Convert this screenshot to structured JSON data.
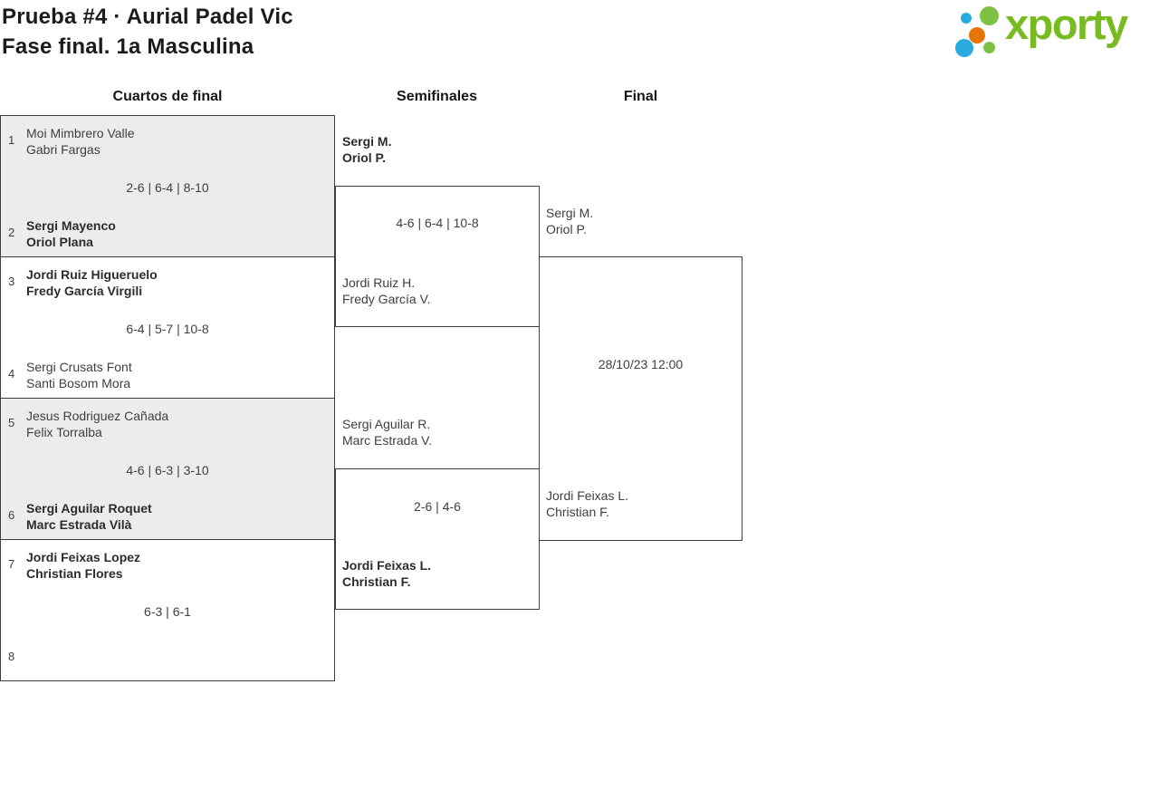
{
  "header": {
    "title_line1": "Prueba #4 · Aurial Padel Vic",
    "title_line2": "Fase final. 1a Masculina",
    "logo_text": "xporty"
  },
  "colors": {
    "logo_green": "#76BC21",
    "logo_blue": "#29ABE2",
    "logo_orange": "#E8740C",
    "box_gray": "#ECECEC",
    "border_dark": "#3E3E3E",
    "text_dark": "#3F3F3F"
  },
  "columns": {
    "quarterfinals": "Cuartos de final",
    "semifinals": "Semifinales",
    "final": "Final"
  },
  "quarterfinals": [
    {
      "seed_top": "1",
      "team_top": [
        "Moi Mimbrero Valle",
        "Gabri Fargas"
      ],
      "score": "2-6 | 6-4 | 8-10",
      "seed_bottom": "2",
      "team_bottom": [
        "Sergi Mayenco",
        "Oriol Plana"
      ],
      "winner": "bottom"
    },
    {
      "seed_top": "3",
      "team_top": [
        "Jordi Ruiz Higueruelo",
        "Fredy García Virgili"
      ],
      "score": "6-4 | 5-7 | 10-8",
      "seed_bottom": "4",
      "team_bottom": [
        "Sergi Crusats Font",
        "Santi Bosom Mora"
      ],
      "winner": "top"
    },
    {
      "seed_top": "5",
      "team_top": [
        "Jesus Rodriguez Cañada",
        "Felix Torralba"
      ],
      "score": "4-6 | 6-3 | 3-10",
      "seed_bottom": "6",
      "team_bottom": [
        "Sergi Aguilar Roquet",
        "Marc Estrada Vilà"
      ],
      "winner": "bottom"
    },
    {
      "seed_top": "7",
      "team_top": [
        "Jordi Feixas Lopez",
        "Christian Flores"
      ],
      "score": "6-3 | 6-1",
      "seed_bottom": "8",
      "team_bottom": [
        "",
        ""
      ],
      "winner": "top"
    }
  ],
  "semifinals": [
    {
      "team_top": [
        "Sergi M.",
        "Oriol P."
      ],
      "score": "4-6 | 6-4 | 10-8",
      "team_bottom": [
        "Jordi Ruiz H.",
        "Fredy García V."
      ],
      "winner": "top"
    },
    {
      "team_top": [
        "Sergi Aguilar R.",
        "Marc Estrada V."
      ],
      "score": "2-6 | 4-6",
      "team_bottom": [
        "Jordi Feixas L.",
        "Christian F."
      ],
      "winner": "bottom"
    }
  ],
  "final": {
    "team_top": [
      "Sergi M.",
      "Oriol P."
    ],
    "schedule": "28/10/23 12:00",
    "team_bottom": [
      "Jordi Feixas L.",
      "Christian F."
    ]
  }
}
